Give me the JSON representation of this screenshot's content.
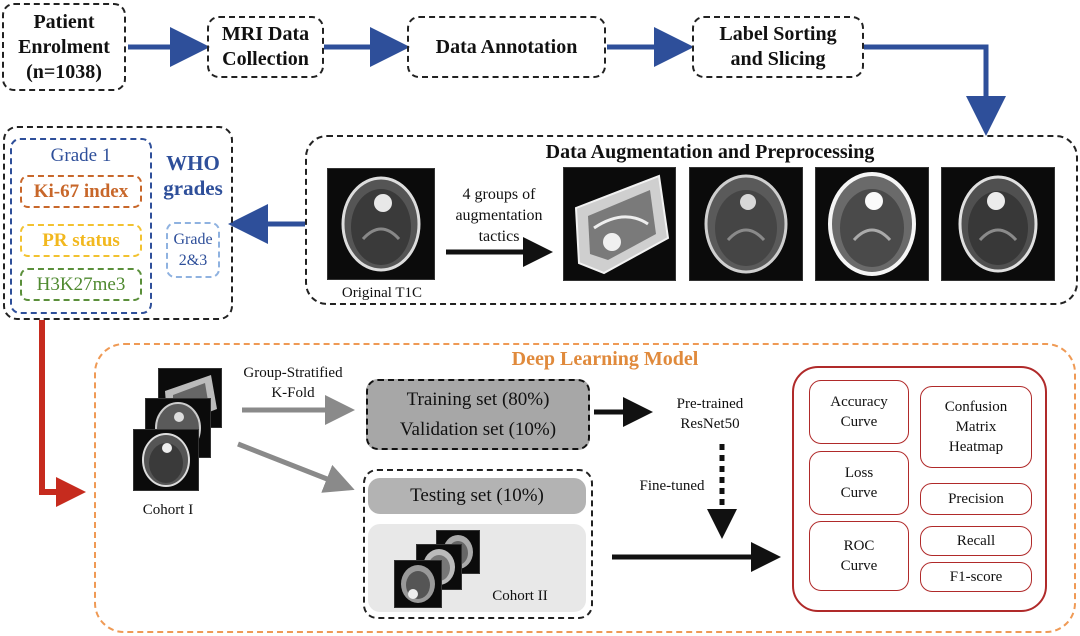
{
  "pipeline": {
    "patient_enrolment": "Patient Enrolment (n=1038)",
    "patient_line1": "Patient",
    "patient_line2": "Enrolment",
    "patient_line3": "(n=1038)",
    "mri_line1": "MRI Data",
    "mri_line2": "Collection",
    "annotation": "Data Annotation",
    "label_line1": "Label Sorting",
    "label_line2": "and Slicing"
  },
  "augmentation": {
    "title": "Data Augmentation and Preprocessing",
    "original_caption": "Original T1C",
    "tactics_line1": "4 groups of",
    "tactics_line2": "augmentation",
    "tactics_line3": "tactics"
  },
  "targets": {
    "grade1": "Grade 1",
    "ki67": "Ki-67 index",
    "pr_status": "PR status",
    "h3k27me3": "H3K27me3",
    "who_line1": "WHO",
    "who_line2": "grades",
    "grade23_line1": "Grade",
    "grade23_line2": "2&3",
    "colors": {
      "blue": "#2e4f9a",
      "orange": "#c8672a",
      "yellow": "#f2c230",
      "green": "#5a8f3a",
      "light_blue": "#8fb2e0"
    }
  },
  "model": {
    "title": "Deep Learning Model",
    "split_line1": "Group-Stratified",
    "split_line2": "K-Fold",
    "training": "Training set (80%)",
    "validation": "Validation set (10%)",
    "testing": "Testing set (10%)",
    "cohort1": "Cohort I",
    "cohort2": "Cohort II",
    "pretrained_line1": "Pre-trained",
    "pretrained_line2": "ResNet50",
    "finetuned": "Fine-tuned",
    "colors": {
      "title": "#e08a3c",
      "border": "#ef9a55",
      "metrics": "#b02a2a"
    }
  },
  "metrics": {
    "accuracy_line1": "Accuracy",
    "accuracy_line2": "Curve",
    "loss_line1": "Loss",
    "loss_line2": "Curve",
    "roc_line1": "ROC",
    "roc_line2": "Curve",
    "confusion_line1": "Confusion",
    "confusion_line2": "Matrix",
    "confusion_line3": "Heatmap",
    "precision": "Precision",
    "recall": "Recall",
    "f1": "F1-score"
  }
}
